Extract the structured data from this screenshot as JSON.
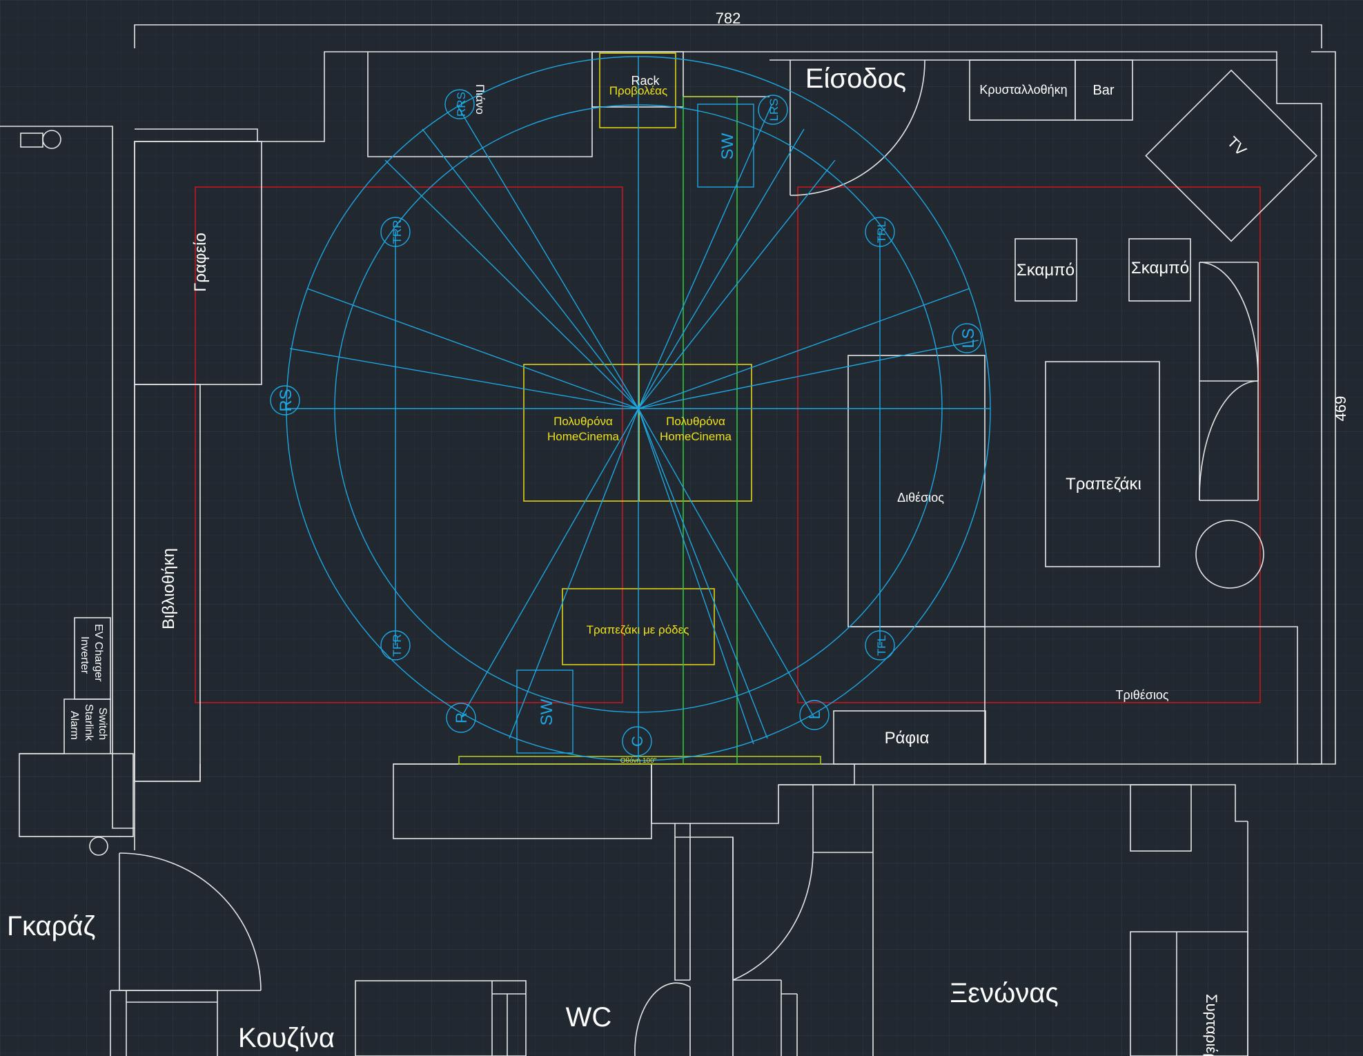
{
  "dimensions": {
    "width_label": "782",
    "height_label": "469"
  },
  "rooms": {
    "entrance": "Είσοδος",
    "garage": "Γκαράζ",
    "kitchen": "Κουζίνα",
    "wc": "WC",
    "guestroom": "Ξενώνας",
    "drawers": "Συρταριέρα"
  },
  "furniture": {
    "rack": "Rack",
    "projector": "Προβολέας",
    "piano": "Πιάνο",
    "crystal_cabinet": "Κρυσταλλοθήκη",
    "bar": "Bar",
    "tv": "TV",
    "stool_1": "Σκαμπό",
    "stool_2": "Σκαμπό",
    "desk": "Γραφείο",
    "bookcase": "Βιβλιοθήκη",
    "armchair_left": [
      "Πολυθρόνα",
      "HomeCinema"
    ],
    "armchair_right": [
      "Πολυθρόνα",
      "HomeCinema"
    ],
    "rolling_table": "Τραπεζάκι με ρόδες",
    "two_seater": "Διθέσιος",
    "coffee_table": "Τραπεζάκι",
    "three_seater": "Τριθέσιος",
    "shelves": "Ράφια",
    "screen": "Οθόνη 100\""
  },
  "equipment": {
    "ev_charger": "EV Charger",
    "inverter": "Inverter",
    "switch": "Switch",
    "starlink": "Starlink",
    "alarm": "Alarm"
  },
  "speakers": [
    {
      "id": "RRS",
      "label": "RRS"
    },
    {
      "id": "LRS",
      "label": "LRS"
    },
    {
      "id": "SW_top",
      "label": "SW"
    },
    {
      "id": "TRR",
      "label": "TRR"
    },
    {
      "id": "TRL",
      "label": "TRL"
    },
    {
      "id": "LS",
      "label": "LS"
    },
    {
      "id": "RS",
      "label": "RS"
    },
    {
      "id": "TFR",
      "label": "TFR"
    },
    {
      "id": "TFL",
      "label": "TFL"
    },
    {
      "id": "R",
      "label": "R"
    },
    {
      "id": "SW_bottom",
      "label": "SW"
    },
    {
      "id": "C",
      "label": "C"
    },
    {
      "id": "L",
      "label": "L"
    }
  ],
  "colors": {
    "background": "#212830",
    "walls": "#e6e6e6",
    "speaker_layout": "#1ea7e1",
    "furniture_highlight": "#dfd31a",
    "zones": "#c4161c",
    "projection_axis": "#33c43a"
  }
}
